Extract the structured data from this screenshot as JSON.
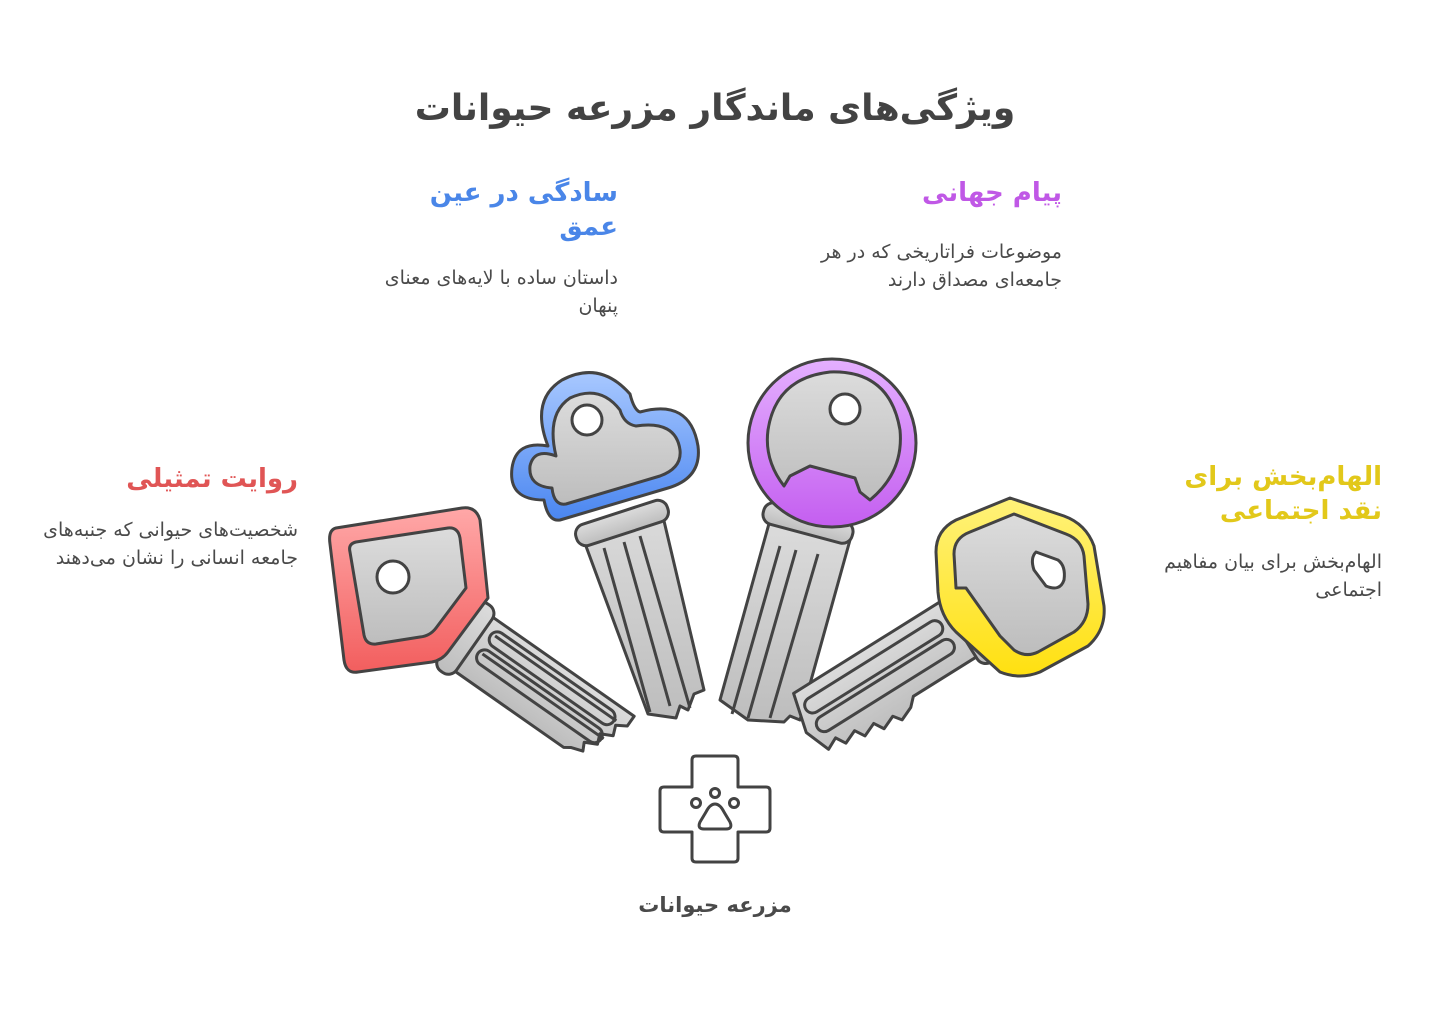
{
  "title": "ویژگی‌های ماندگار مزرعه حیوانات",
  "center": {
    "icon": "paw-cross-icon",
    "label": "مزرعه حیوانات"
  },
  "items": [
    {
      "heading": "روایت تمثیلی",
      "description": "شخصیت‌های حیوانی که جنبه‌های جامعه انسانی را نشان می‌دهند",
      "color": "#e05555",
      "key_shape": "pentagon-key"
    },
    {
      "heading": "سادگی در عین عمق",
      "description": "داستان ساده با لایه‌های معنای پنهان",
      "color": "#4a86e8",
      "key_shape": "cloud-key"
    },
    {
      "heading": "پیام جهانی",
      "description": "موضوعات فراتاریخی که در هر جامعه‌ای مصداق دارند",
      "color": "#c058e6",
      "key_shape": "round-key"
    },
    {
      "heading": "الهام‌بخش برای نقد اجتماعی",
      "description": "الهام‌بخش برای بیان مفاهیم اجتماعی",
      "color": "#e2c81a",
      "key_shape": "hexagon-key"
    }
  ]
}
